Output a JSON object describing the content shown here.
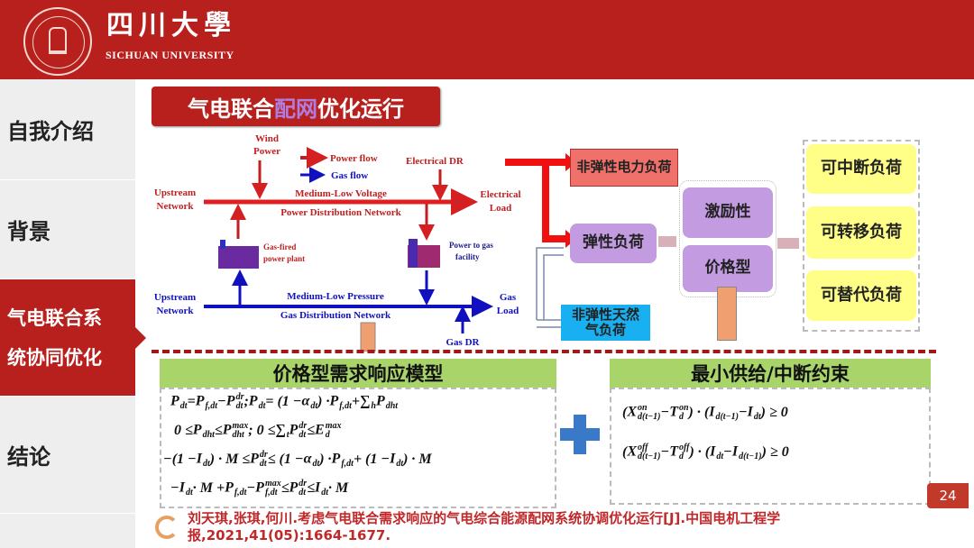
{
  "header": {
    "university_cn": "四川大學",
    "university_en": "SICHUAN UNIVERSITY"
  },
  "sidebar": {
    "items": [
      {
        "label": "自我介绍"
      },
      {
        "label": "背景"
      },
      {
        "label": "气电联合系统协同优化",
        "line1": "气电联合系",
        "line2": "统协同优化",
        "active": true
      },
      {
        "label": "结论"
      }
    ]
  },
  "title": {
    "part1": "气电联合",
    "highlight": "配网",
    "part2": "优化运行"
  },
  "diagram": {
    "wind_power": [
      "Wind",
      "Power"
    ],
    "legend_power": "Power flow",
    "legend_gas": "Gas flow",
    "electrical_dr": "Electrical DR",
    "upstream_power": [
      "Upstream",
      "Network"
    ],
    "power_net": [
      "Medium-Low Voltage",
      "Power Distribution Network"
    ],
    "electrical_load": [
      "Electrical",
      "Load"
    ],
    "gas_plant": [
      "Gas-fired",
      "power plant"
    ],
    "p2g": [
      "Power to gas",
      "facility"
    ],
    "upstream_gas": [
      "Upstream",
      "Network"
    ],
    "gas_net": [
      "Medium-Low Pressure",
      "Gas  Distribution Network"
    ],
    "gas_load": [
      "Gas",
      "Load"
    ],
    "gas_dr": "Gas DR",
    "colors": {
      "power": "#d42020",
      "gas": "#1010c0"
    }
  },
  "classification": {
    "inelastic_power": "非弹性电力负荷",
    "elastic": "弹性负荷",
    "inelastic_gas": "非弹性天然气负荷",
    "incentive": "激励性",
    "price": "价格型",
    "interruptible": "可中断负荷",
    "shiftable": "可转移负荷",
    "substitutable": "可替代负荷"
  },
  "models": {
    "price_model_title": "价格型需求响应模型",
    "supply_title": "最小供给/中断约束",
    "plus": "+",
    "price_formulas": [
      [
        [
          "P",
          "dt"
        ],
        [
          " = "
        ],
        [
          "P",
          "f,dt"
        ],
        [
          " − "
        ],
        [
          "P",
          "dt",
          "dr"
        ],
        [
          ";  "
        ],
        [
          "P",
          "dt"
        ],
        [
          " = (1 − "
        ],
        [
          "α",
          "dt"
        ],
        [
          ") · "
        ],
        [
          "P",
          "f,dt"
        ],
        [
          " + "
        ],
        [
          "∑",
          "h"
        ],
        [
          " "
        ],
        [
          "P",
          "dht"
        ]
      ],
      [
        [
          "0 ≤ "
        ],
        [
          "P",
          "dht"
        ],
        [
          " ≤ "
        ],
        [
          "P",
          "dht",
          "max"
        ],
        [
          "  ;  0 ≤ "
        ],
        [
          "∑",
          "t"
        ],
        [
          " "
        ],
        [
          "P",
          "dt",
          "dr"
        ],
        [
          " ≤ "
        ],
        [
          "E",
          "d",
          "max"
        ]
      ],
      [
        [
          "−(1 − "
        ],
        [
          "I",
          "dt"
        ],
        [
          ") · M ≤ "
        ],
        [
          "P",
          "dt",
          "dr"
        ],
        [
          " ≤ (1 − "
        ],
        [
          "α",
          "dt"
        ],
        [
          ") · "
        ],
        [
          "P",
          "f,dt"
        ],
        [
          " + (1 − "
        ],
        [
          "I",
          "dt"
        ],
        [
          ") · M"
        ]
      ],
      [
        [
          "−"
        ],
        [
          "I",
          "dt"
        ],
        [
          " · M + "
        ],
        [
          "P",
          "f,dt"
        ],
        [
          " − "
        ],
        [
          "P",
          "f,dt",
          "max"
        ],
        [
          " ≤ "
        ],
        [
          "P",
          "dt",
          "dr"
        ],
        [
          " ≤ "
        ],
        [
          "I",
          "dt"
        ],
        [
          " · M"
        ]
      ]
    ],
    "supply_formulas": [
      [
        [
          "("
        ],
        [
          "X",
          "d(t−1)",
          "on"
        ],
        [
          " − "
        ],
        [
          "T",
          "d",
          "on"
        ],
        [
          ") · ("
        ],
        [
          "I",
          "d(t−1)"
        ],
        [
          " − "
        ],
        [
          "I",
          "dt"
        ],
        [
          ") ≥ 0"
        ]
      ],
      [
        [
          "("
        ],
        [
          "X",
          "d(t−1)",
          "off"
        ],
        [
          " − "
        ],
        [
          "T",
          "d",
          "off"
        ],
        [
          ") · ("
        ],
        [
          "I",
          "dt"
        ],
        [
          " − "
        ],
        [
          "I",
          "d(t−1)"
        ],
        [
          ")  ≥  0"
        ]
      ]
    ]
  },
  "footer": {
    "citation_line1": "刘天琪,张琪,何川.考虑气电联合需求响应的气电综合能源配网系统协调优化运行[J].中国电机工程学",
    "citation_line2": "报,2021,41(05):1664-1677.",
    "page_number": "24"
  }
}
